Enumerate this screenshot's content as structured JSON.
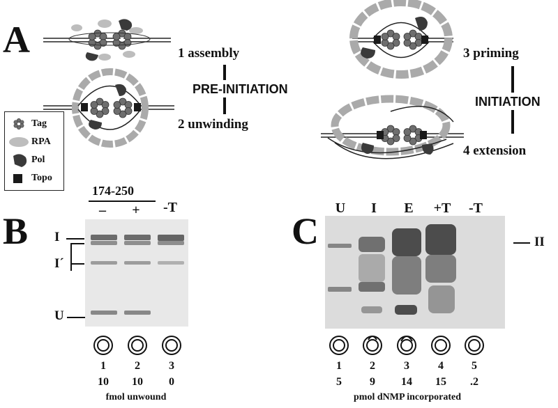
{
  "panel_a": {
    "letter": "A",
    "steps": [
      "1 assembly",
      "2 unwinding",
      "3 priming",
      "4 extension"
    ],
    "phases": [
      "PRE-INITIATION",
      "INITIATION"
    ],
    "legend": [
      "Tag",
      "RPA",
      "Pol",
      "Topo"
    ]
  },
  "panel_b": {
    "letter": "B",
    "group_label": "174-250",
    "lane_labels": [
      "–",
      "+",
      "-T"
    ],
    "band_labels": [
      "I",
      "I´",
      "U"
    ],
    "lane_numbers": [
      "1",
      "2",
      "3"
    ],
    "values": [
      "10",
      "10",
      "0"
    ],
    "caption": "fmol unwound"
  },
  "panel_c": {
    "letter": "C",
    "lane_labels": [
      "U",
      "I",
      "E",
      "+T",
      "-T"
    ],
    "band_label": "II",
    "lane_numbers": [
      "1",
      "2",
      "3",
      "4",
      "5"
    ],
    "values": [
      "5",
      "9",
      "14",
      "15",
      ".2"
    ],
    "caption": "pmol dNMP incorporated"
  },
  "colors": {
    "tag": "#6e6e6e",
    "rpa": "#bdbdbd",
    "pol": "#3a3a3a",
    "topo": "#1a1a1a",
    "gel_b": "#e8e8e8",
    "gel_c": "#dcdcdc"
  }
}
